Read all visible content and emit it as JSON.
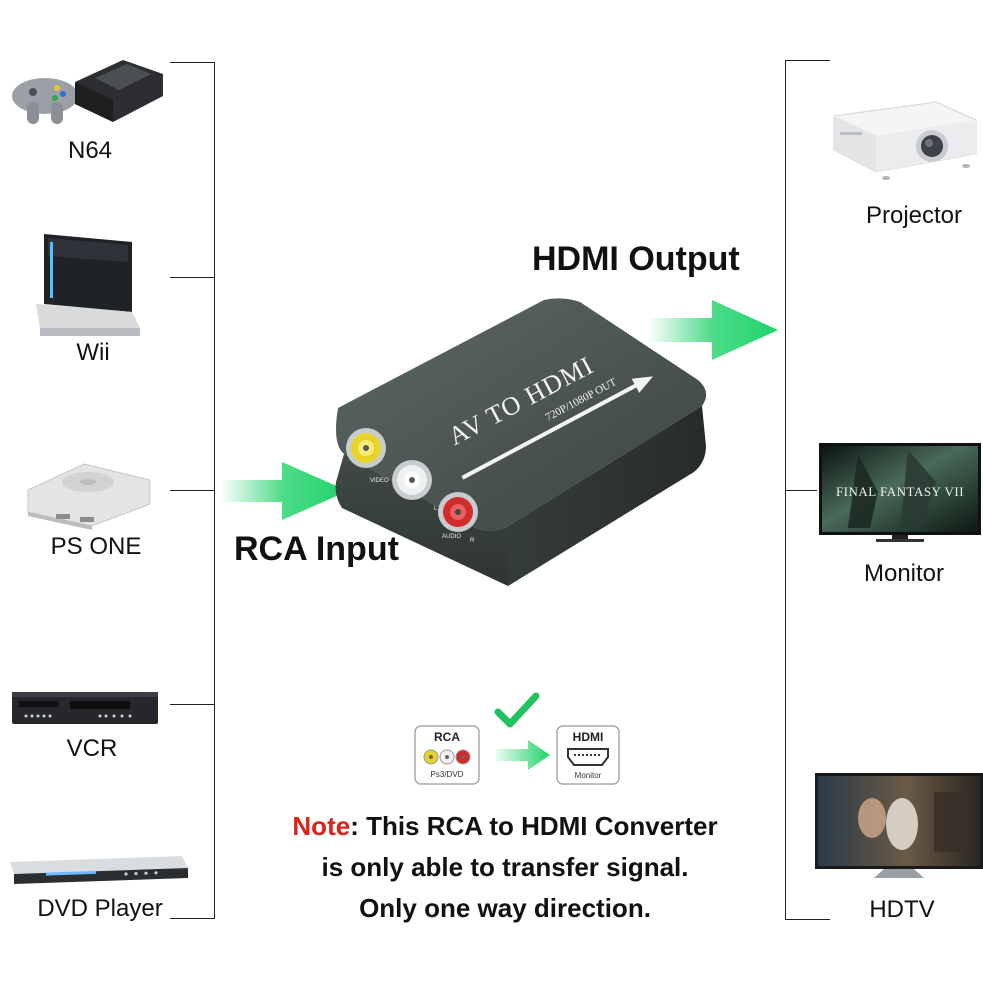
{
  "inputs": [
    "N64",
    "Wii",
    "PS ONE",
    "VCR",
    "DVD Player"
  ],
  "outputs": [
    "Projector",
    "Monitor",
    "HDTV"
  ],
  "labels": {
    "hdmi_output": "HDMI Output",
    "rca_input": "RCA Input"
  },
  "device": {
    "title": "AV TO HDMI",
    "subtitle": "720P/1080P OUT",
    "port_labels": [
      "VIDEO",
      "L",
      "R",
      "AUDIO"
    ]
  },
  "mini_diagram": {
    "rca_title": "RCA",
    "rca_sub": "Ps3/DVD",
    "hdmi_title": "HDMI",
    "hdmi_sub": "Monitor"
  },
  "monitor_screen_text": "FINAL FANTASY VII",
  "note": {
    "prefix": "Note",
    "line1": ": This RCA to HDMI Converter",
    "line2": "is only able to transfer signal.",
    "line3": "Only one way direction."
  },
  "colors": {
    "arrow_green": "#1fd36a",
    "note_red": "#e0201a",
    "device_body": "#3d4644"
  }
}
